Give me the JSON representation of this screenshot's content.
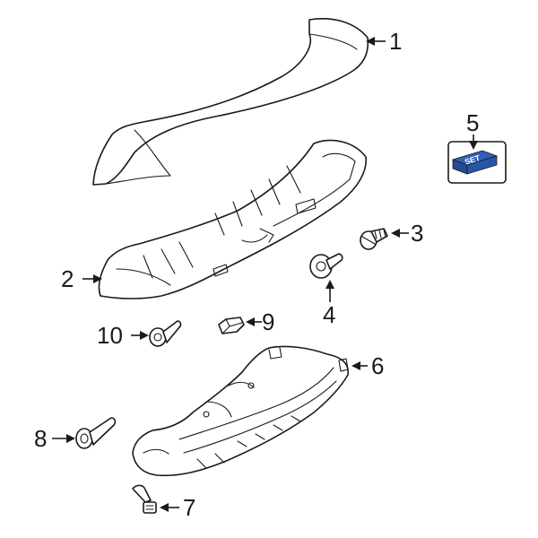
{
  "callouts": {
    "c1": "1",
    "c2": "2",
    "c3": "3",
    "c4": "4",
    "c5": "5",
    "c6": "6",
    "c7": "7",
    "c8": "8",
    "c9": "9",
    "c10": "10"
  },
  "set_kit": {
    "label": "SET",
    "color": "#2f5fb8"
  },
  "colors": {
    "line": "#1a1a1a",
    "background": "#ffffff"
  }
}
